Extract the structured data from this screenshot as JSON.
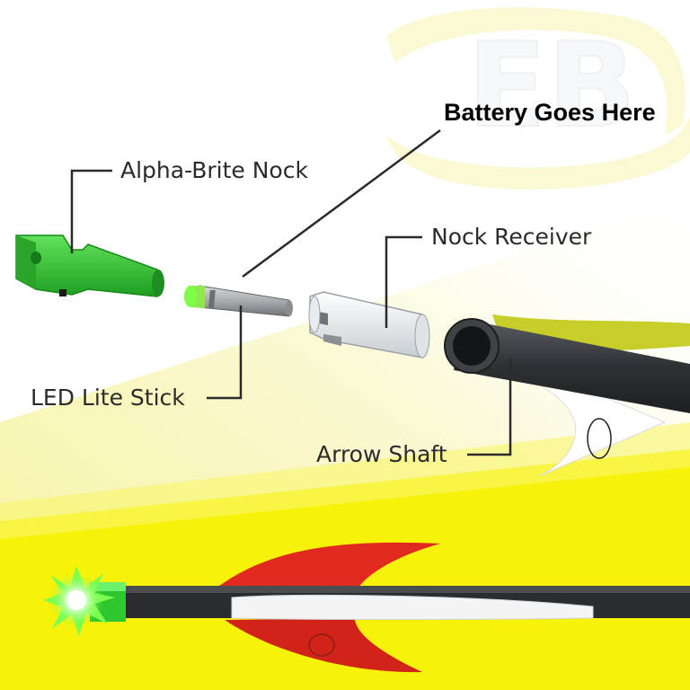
{
  "callouts": {
    "battery": "Battery Goes Here",
    "alpha_nock": "Alpha-Brite Nock",
    "nock_receiver": "Nock Receiver",
    "led_stick": "LED Lite Stick",
    "arrow_shaft": "Arrow Shaft"
  },
  "colors": {
    "background_yellow": "#f7f20a",
    "nock_green": "#2fc92f",
    "led_green": "#7dff4a",
    "vane_red": "#e02a1f",
    "vane_yellow": "#c9cf27",
    "shaft_dark": "#3a3d40",
    "receiver_white": "#eef0f2"
  },
  "icons": {
    "logo": "eb-logo-watermark"
  }
}
